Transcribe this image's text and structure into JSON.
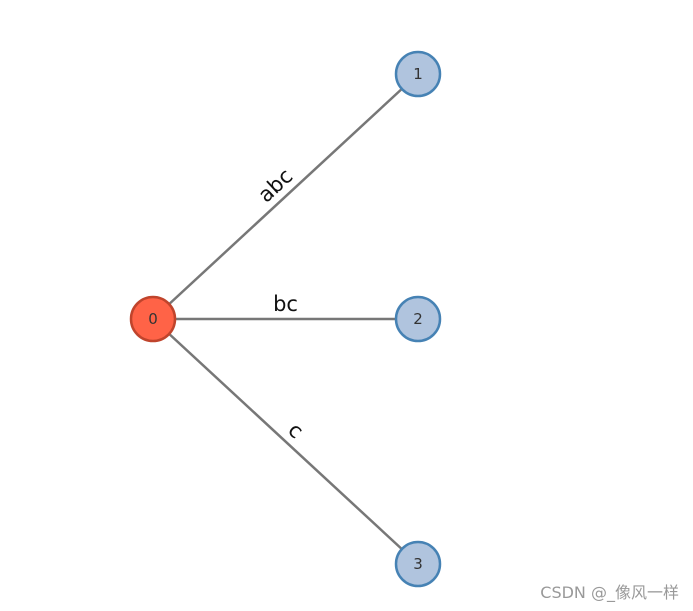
{
  "graph": {
    "nodes": [
      {
        "id": "0",
        "label": "0",
        "fill": "#ff6347",
        "stroke": "#c0442c"
      },
      {
        "id": "1",
        "label": "1",
        "fill": "#b0c4de",
        "stroke": "#4682b4"
      },
      {
        "id": "2",
        "label": "2",
        "fill": "#b0c4de",
        "stroke": "#4682b4"
      },
      {
        "id": "3",
        "label": "3",
        "fill": "#b0c4de",
        "stroke": "#4682b4"
      }
    ],
    "edges": [
      {
        "source": "0",
        "target": "1",
        "label": "abc"
      },
      {
        "source": "0",
        "target": "2",
        "label": "bc"
      },
      {
        "source": "0",
        "target": "3",
        "label": "c"
      }
    ],
    "edge_color": "#777777"
  },
  "watermark": "CSDN @_像风一样"
}
